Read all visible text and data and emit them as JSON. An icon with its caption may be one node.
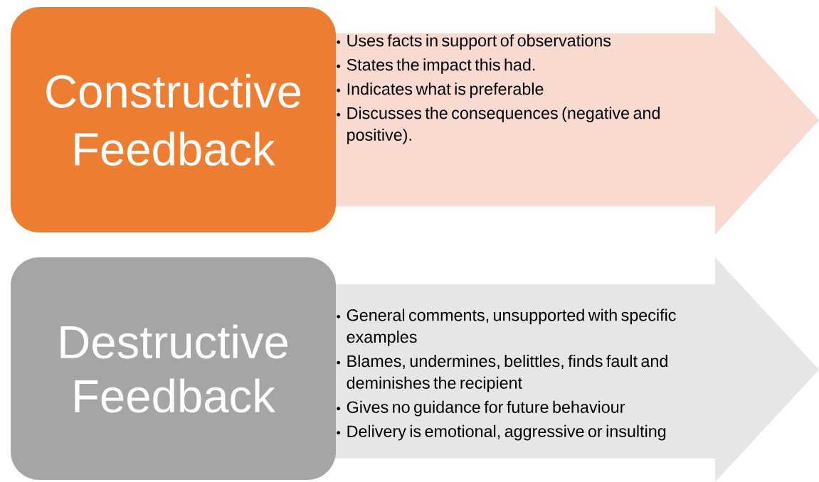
{
  "diagram": {
    "nodes": [
      {
        "text": [
          "Constructive Feedback"
        ]
      },
      {
        "text": [
          "Uses facts in support of observations",
          "States the impact this had.",
          "Indicates what is preferable",
          "Discusses the consequences (negative and positive)."
        ]
      },
      {
        "text": [
          "Destructive Feedback"
        ]
      },
      {
        "text": [
          "General comments, unsupported with specific examples",
          "Blames, undermines, belittles, finds fault and deminishes the recipient",
          "Gives no guidance for future behaviour",
          "Delivery is emotional, aggressive or insulting"
        ]
      }
    ]
  }
}
